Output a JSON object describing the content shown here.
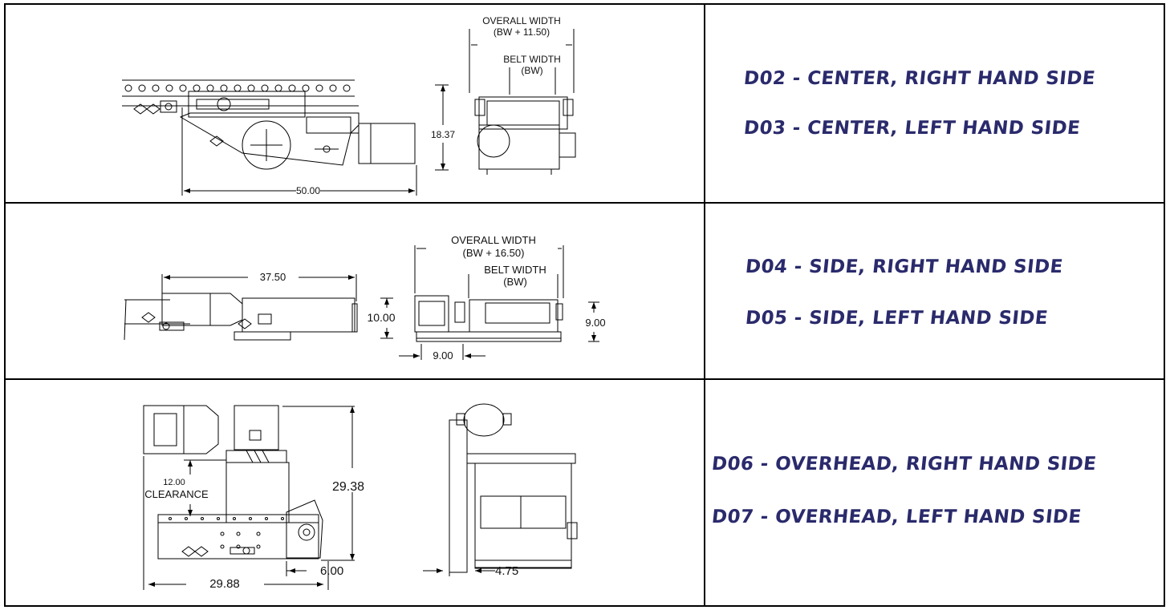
{
  "rows": [
    {
      "dims": {
        "overall_width": "OVERALL WIDTH",
        "overall_formula": "(BW + 11.50)",
        "belt_width": "BELT WIDTH",
        "belt_abbr": "(BW)",
        "height": "18.37",
        "length": "50.00"
      },
      "labels": [
        "D02 - CENTER, RIGHT HAND SIDE",
        "D03 - CENTER, LEFT HAND SIDE"
      ]
    },
    {
      "dims": {
        "overall_width": "OVERALL WIDTH",
        "overall_formula": "(BW + 16.50)",
        "belt_width": "BELT WIDTH",
        "belt_abbr": "(BW)",
        "length": "37.50",
        "height": "10.00",
        "side_height": "9.00",
        "offset": "9.00"
      },
      "labels": [
        "D04 - SIDE, RIGHT HAND SIDE",
        "D05 - SIDE, LEFT HAND SIDE"
      ]
    },
    {
      "dims": {
        "clearance_value": "12.00",
        "clearance_label": "CLEARANCE",
        "height": "29.38",
        "offset": "6.00",
        "length": "29.88",
        "side_offset": "4.75"
      },
      "labels": [
        "D06 - OVERHEAD, RIGHT HAND SIDE",
        "D07 - OVERHEAD, LEFT HAND SIDE"
      ]
    }
  ]
}
